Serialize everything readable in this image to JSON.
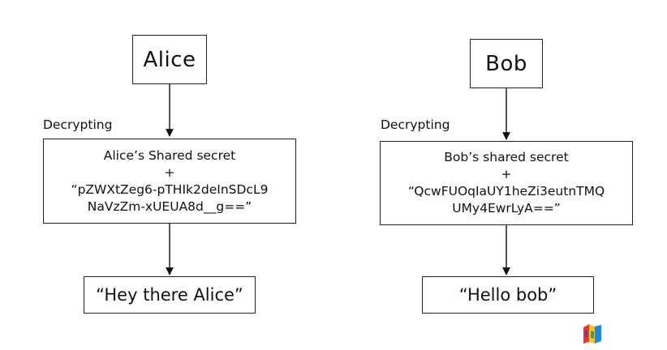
{
  "alice": {
    "title": "Alice",
    "step_label": "Decrypting",
    "secret_heading": "Alice’s Shared secret",
    "plus": "+",
    "key_line1": "“pZWXtZeg6-pTHIk2deInSDcL9",
    "key_line2": "NaVzZm-xUEUA8d__g==”",
    "result": "“Hey there Alice”"
  },
  "bob": {
    "title": "Bob",
    "step_label": "Decrypting",
    "secret_heading": "Bob’s shared secret",
    "plus": "+",
    "key_line1": "“QcwFUOqIaUY1heZi3eutnTMQ",
    "key_line2": "UMy4EwrLyA==”",
    "result": "“Hello bob”"
  },
  "logo": {
    "icon": "colorful-cube-logo",
    "colors": [
      "#e53935",
      "#fbc02d",
      "#1e88e5",
      "#43a047"
    ]
  }
}
